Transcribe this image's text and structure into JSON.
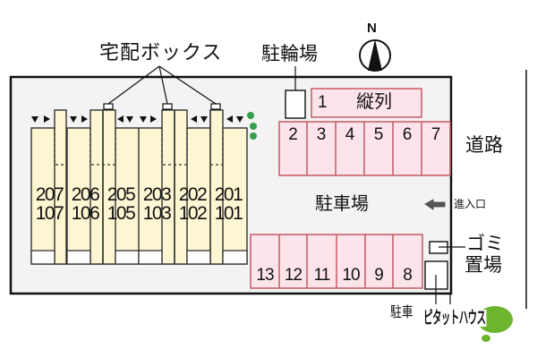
{
  "colors": {
    "site_fill": "#f3f3f3",
    "building_fill": "#fdf6d2",
    "parking_fill": "#fde3ea",
    "parking_stroke": "#c0505a",
    "tree_green": "#34a04a",
    "logo_green": "#6cb52d"
  },
  "labels": {
    "delivery_box": "宅配ボックス",
    "bicycle_parking": "駐輪場",
    "compass_north": "N",
    "parking_lot": "駐車場",
    "road": "道路",
    "entrance": "進入口",
    "garbage_line1": "ゴミ",
    "garbage_line2": "置場",
    "bicycle_parking_2_partial": "駐車",
    "brand_logo": "ピタットハウス"
  },
  "units": [
    {
      "upper": "207",
      "lower": "107"
    },
    {
      "upper": "206",
      "lower": "106"
    },
    {
      "upper": "205",
      "lower": "105"
    },
    {
      "upper": "203",
      "lower": "103"
    },
    {
      "upper": "202",
      "lower": "102"
    },
    {
      "upper": "201",
      "lower": "101"
    }
  ],
  "parking": {
    "slot_1": {
      "number": "1",
      "note": "縦列"
    },
    "top_row": [
      "2",
      "3",
      "4",
      "5",
      "6",
      "7"
    ],
    "bottom_row": [
      "13",
      "12",
      "11",
      "10",
      "9",
      "8"
    ]
  },
  "icons": {
    "compass": "north-arrow-icon",
    "entrance_arrow": "left-arrow-icon",
    "trees": "tree-dot-icon",
    "logo": "speech-bubble-logo-icon"
  }
}
